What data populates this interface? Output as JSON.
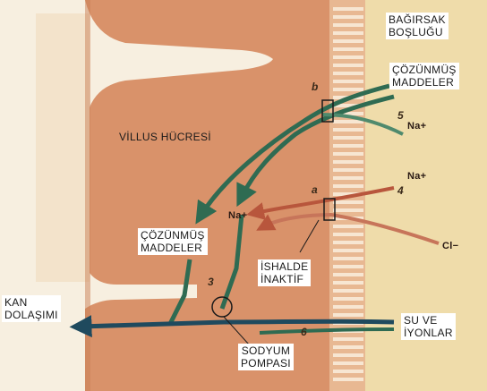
{
  "labels": {
    "lumen": [
      "BAĞIRSAK",
      "BOŞLUĞU"
    ],
    "solutes_top": [
      "ÇÖZÜNMÜŞ",
      "MADDELER"
    ],
    "villus_cell": "VİLLUS HÜCRESİ",
    "solutes_mid": [
      "ÇÖZÜNMÜŞ",
      "MADDELER"
    ],
    "diarrhea_inactive": [
      "İSHALDE",
      "İNAKTİF"
    ],
    "blood": [
      "KAN",
      "DOLAŞIMI"
    ],
    "water_ions": [
      "SU VE",
      "İYONLAR"
    ],
    "sodium_pump": [
      "SODYUM",
      "POMPASI"
    ]
  },
  "ions": {
    "na_5": "Na+",
    "na_4": "Na+",
    "na_a": "Na+",
    "cl": "Cl−"
  },
  "markers": {
    "b": "b",
    "a": "a",
    "n5": "5",
    "n4": "4",
    "n3": "3",
    "n6": "6"
  },
  "colors": {
    "cell_fill": "#d9926a",
    "cell_dark": "#c97f56",
    "lumen_bg": "#efdcaa",
    "border_bg": "#f7efe0",
    "green_path": "#2f6b52",
    "red_path": "#b8563c",
    "blood_path": "#1f4a5e",
    "pump_circle": "#1a1a1a"
  }
}
